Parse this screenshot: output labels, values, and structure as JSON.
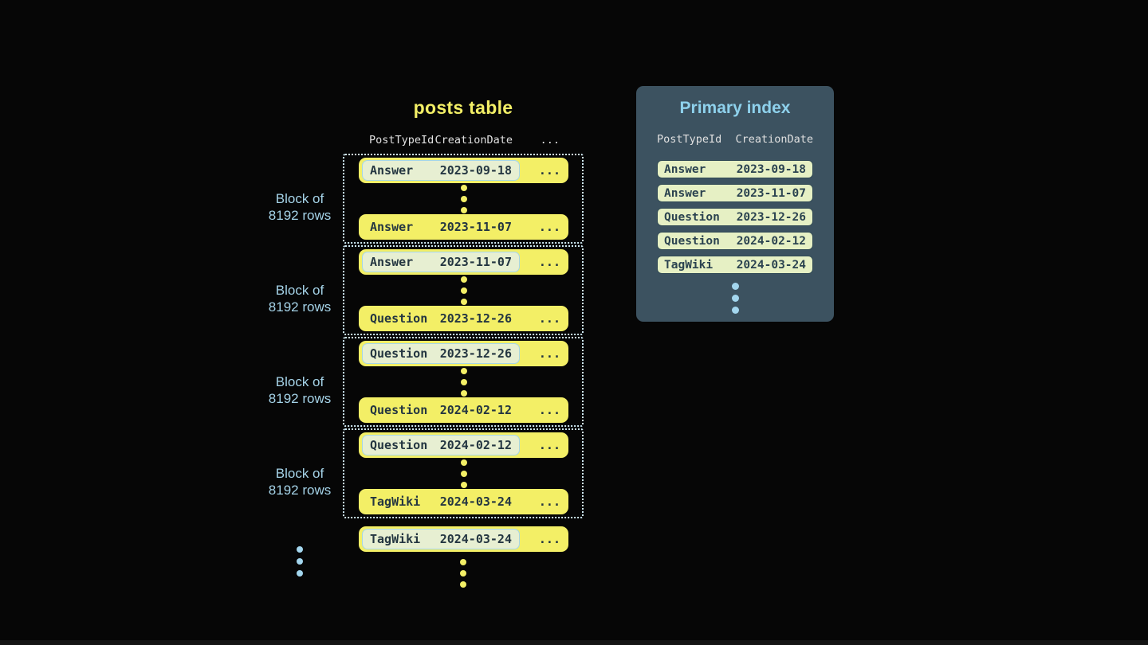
{
  "posts_table": {
    "title": "posts table",
    "columns": [
      "PostTypeId",
      "CreationDate"
    ],
    "header_ellipsis": "...",
    "row_ellipsis": "...",
    "blocks": [
      {
        "label_line1": "Block of",
        "label_line2": "8192 rows",
        "first_row": {
          "type": "Answer",
          "date": "2023-09-18",
          "highlighted": true
        },
        "last_row": {
          "type": "Answer",
          "date": "2023-11-07",
          "highlighted": false
        }
      },
      {
        "label_line1": "Block of",
        "label_line2": "8192 rows",
        "first_row": {
          "type": "Answer",
          "date": "2023-11-07",
          "highlighted": true
        },
        "last_row": {
          "type": "Question",
          "date": "2023-12-26",
          "highlighted": false
        }
      },
      {
        "label_line1": "Block of",
        "label_line2": "8192 rows",
        "first_row": {
          "type": "Question",
          "date": "2023-12-26",
          "highlighted": true
        },
        "last_row": {
          "type": "Question",
          "date": "2024-02-12",
          "highlighted": false
        }
      },
      {
        "label_line1": "Block of",
        "label_line2": "8192 rows",
        "first_row": {
          "type": "Question",
          "date": "2024-02-12",
          "highlighted": true
        },
        "last_row": {
          "type": "TagWiki",
          "date": "2024-03-24",
          "highlighted": false
        }
      }
    ],
    "overflow_row": {
      "type": "TagWiki",
      "date": "2024-03-24",
      "highlighted": true
    }
  },
  "primary_index": {
    "title": "Primary index",
    "columns": [
      "PostTypeId",
      "CreationDate"
    ],
    "rows": [
      {
        "type": "Answer",
        "date": "2023-09-18"
      },
      {
        "type": "Answer",
        "date": "2023-11-07"
      },
      {
        "type": "Question",
        "date": "2023-12-26"
      },
      {
        "type": "Question",
        "date": "2024-02-12"
      },
      {
        "type": "TagWiki",
        "date": "2024-03-24"
      }
    ]
  },
  "colors": {
    "background": "#060606",
    "row-yellow": "#f3ef66",
    "row-text": "#243641",
    "pill-bg": "#e7efd2",
    "pill-border": "#a5d6e8",
    "block-border": "#cfe9f3",
    "label-blue": "#a5d3e8",
    "dot-blue": "#a3d6ee",
    "panel-bg": "#3c5260",
    "panel-title": "#8ed1ec",
    "header-text": "#e0e0e0",
    "index-row-bg": "#e6f0c4",
    "index-row-border": "#2f4854",
    "index-row-text": "#2b4350"
  }
}
